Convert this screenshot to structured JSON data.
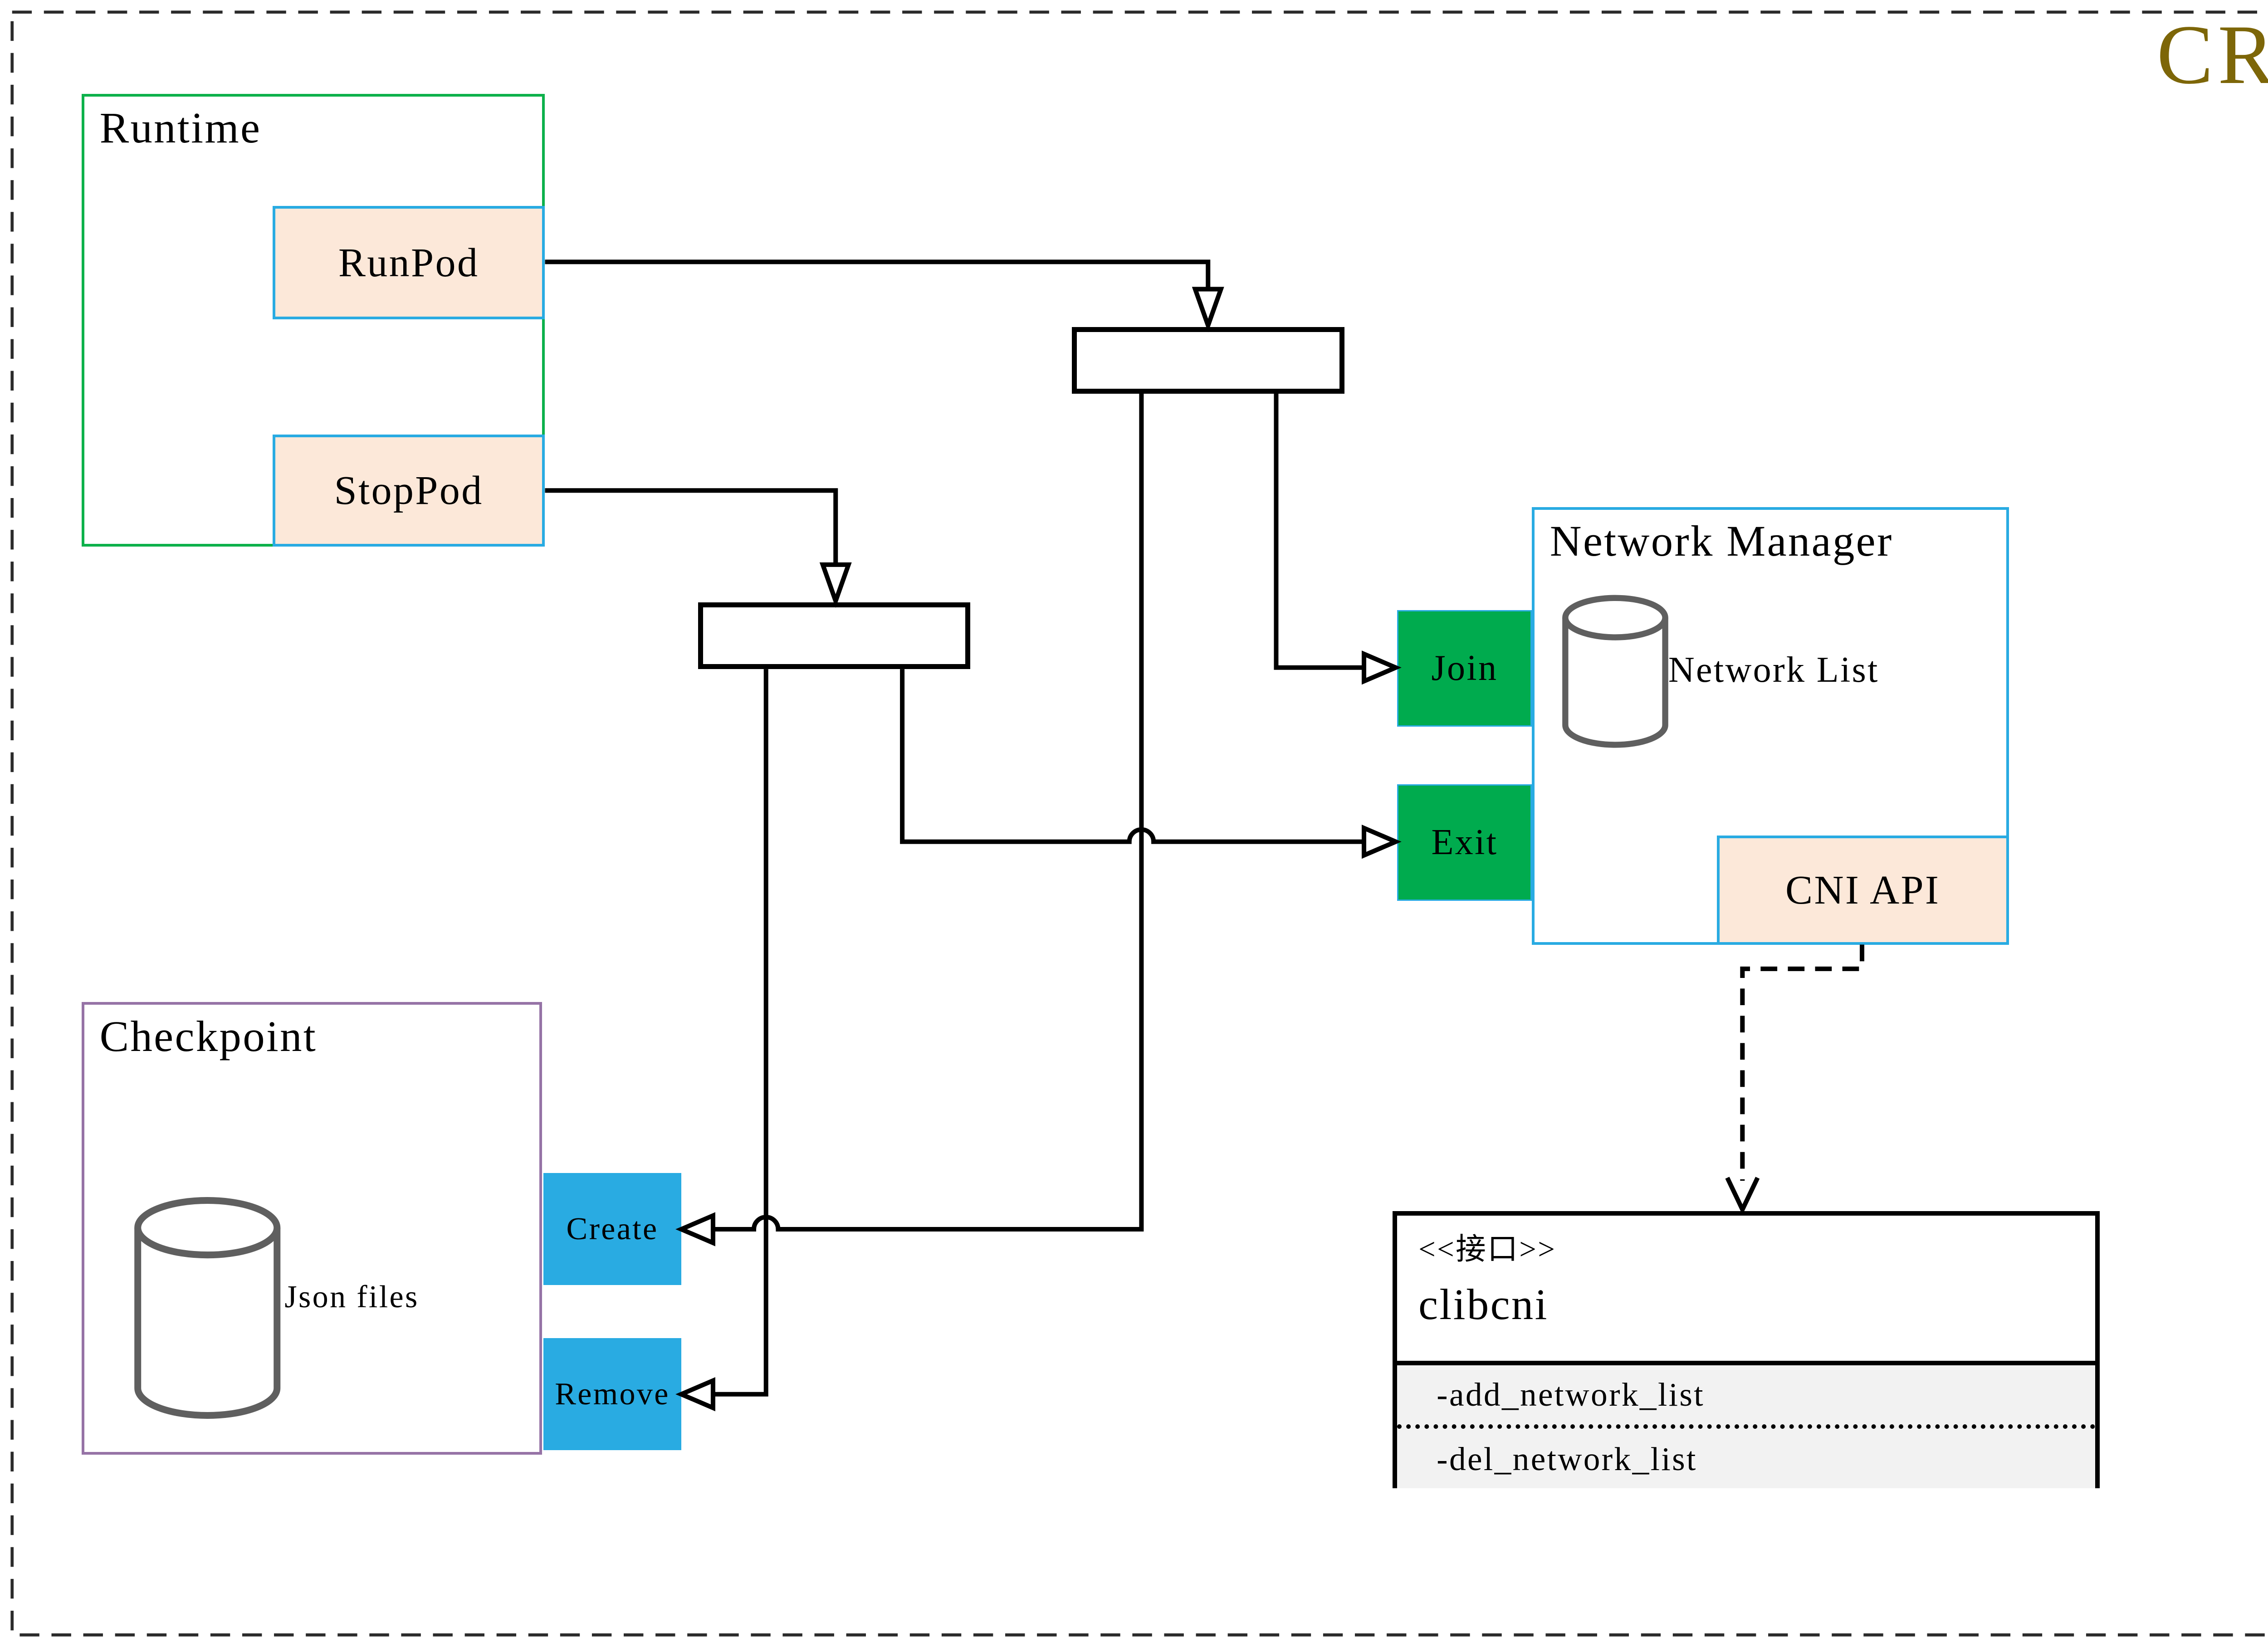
{
  "title": {
    "label": "CRI"
  },
  "runtime": {
    "title": "Runtime",
    "runpod_label": "RunPod",
    "stoppod_label": "StopPod"
  },
  "network_manager": {
    "title": "Network Manager",
    "network_list_label": "Network List",
    "cni_api_label": "CNI API",
    "join_label": "Join",
    "exit_label": "Exit"
  },
  "checkpoint": {
    "title": "Checkpoint",
    "json_files_label": "Json files",
    "create_label": "Create",
    "remove_label": "Remove"
  },
  "clibcni": {
    "stereotype": "<<接口>>",
    "name": "clibcni",
    "methods": [
      "-add_network_list",
      "-del_network_list"
    ]
  },
  "colors": {
    "frame": "#2b2b2b",
    "cri": "#7d6608",
    "green": "#0db14b",
    "blue": "#29abe2",
    "peach": "#fce8d9",
    "join_green": "#00ab4e",
    "purple": "#9673a6",
    "section_gray": "#f2f2f2",
    "cylinder_gray": "#5f5f5f",
    "line": "#000000"
  }
}
